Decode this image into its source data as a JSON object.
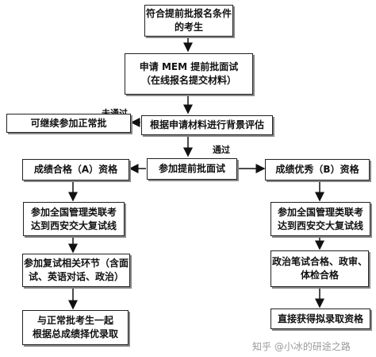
{
  "diagram": {
    "boxes": {
      "eligible": [
        "符合提前批报名条件",
        "的考生"
      ],
      "apply": [
        "申请 MEM 提前批面试",
        "（在线报名提交材料）"
      ],
      "evaluate": [
        "根据申请材料进行背景评估"
      ],
      "regular": [
        "可继续参加正常批"
      ],
      "interview": [
        "参加提前批面试"
      ],
      "grade_a": [
        "成绩合格（A）资格"
      ],
      "grade_b": [
        "成绩优秀（B）资格"
      ],
      "exam_a": [
        "参加全国管理类联考",
        "达到西安交大复试线"
      ],
      "exam_b": [
        "参加全国管理类联考",
        "达到西安交大复试线"
      ],
      "retest_a": [
        "参加复试相关环节（含面",
        "试、英语对话、政治）"
      ],
      "check_b": [
        "政治笔试合格、政审、",
        "体检合格"
      ],
      "final_a": [
        "与正常批考生一起",
        "根据总成绩择优录取"
      ],
      "final_b": [
        "直接获得拟录取资格"
      ]
    },
    "labels": {
      "not_passed": "未通过",
      "passed": "通过"
    }
  },
  "watermark": "知乎 @小冰的研途之路"
}
